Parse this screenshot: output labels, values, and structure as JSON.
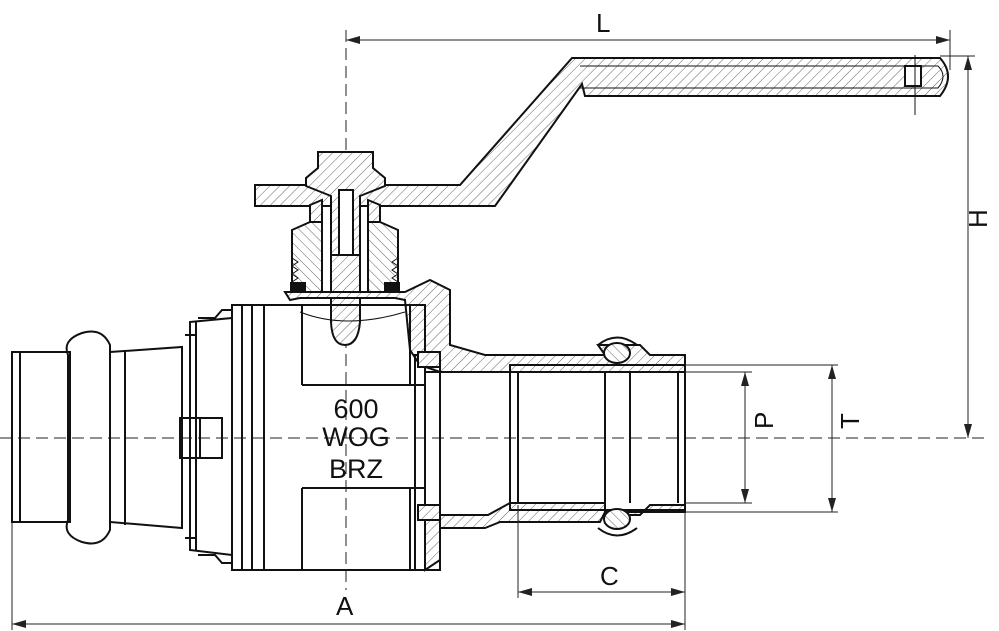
{
  "dimensions": {
    "L": "L",
    "H": "H",
    "P": "P",
    "T": "T",
    "C": "C",
    "A": "A"
  },
  "body_marking": {
    "line1": "600",
    "line2": "WOG",
    "line3": "BRZ"
  }
}
